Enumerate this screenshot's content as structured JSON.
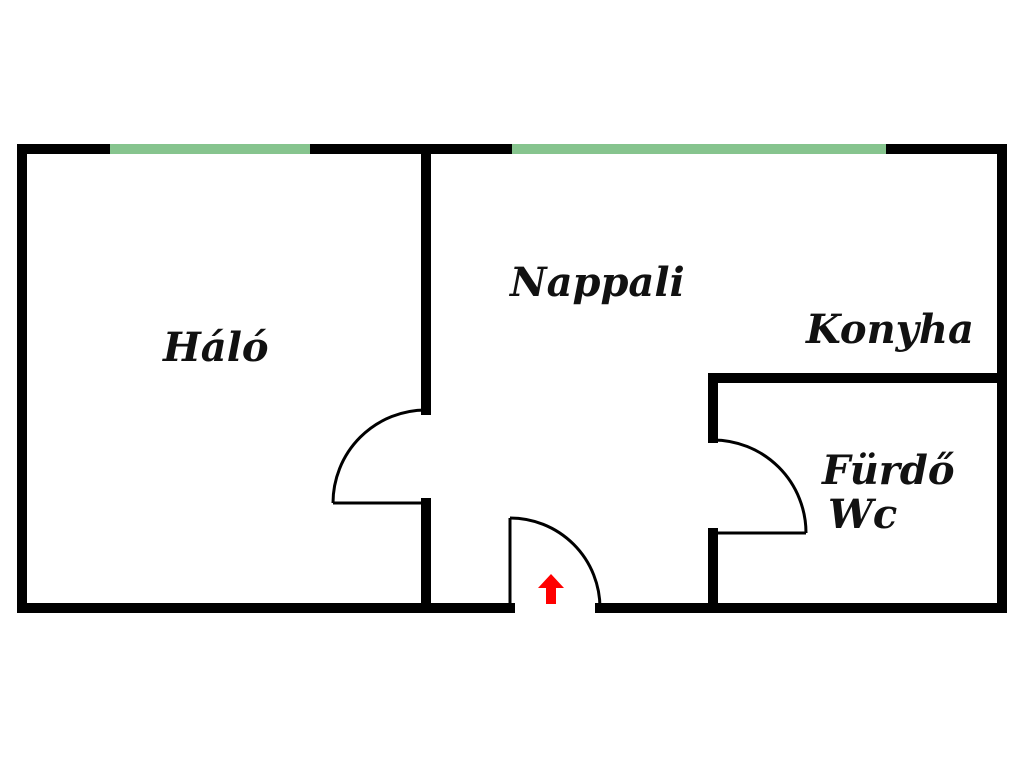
{
  "floorplan": {
    "rooms": {
      "halo": "Háló",
      "nappali": "Nappali",
      "konyha": "Konyha",
      "furdo": "Fürdő",
      "wc": "Wc"
    },
    "colors": {
      "wall": "#000000",
      "window": "#86c48e",
      "entrance_arrow": "#ff0000",
      "background": "#ffffff"
    },
    "icons": {
      "entrance": "entrance-arrow-icon"
    }
  }
}
